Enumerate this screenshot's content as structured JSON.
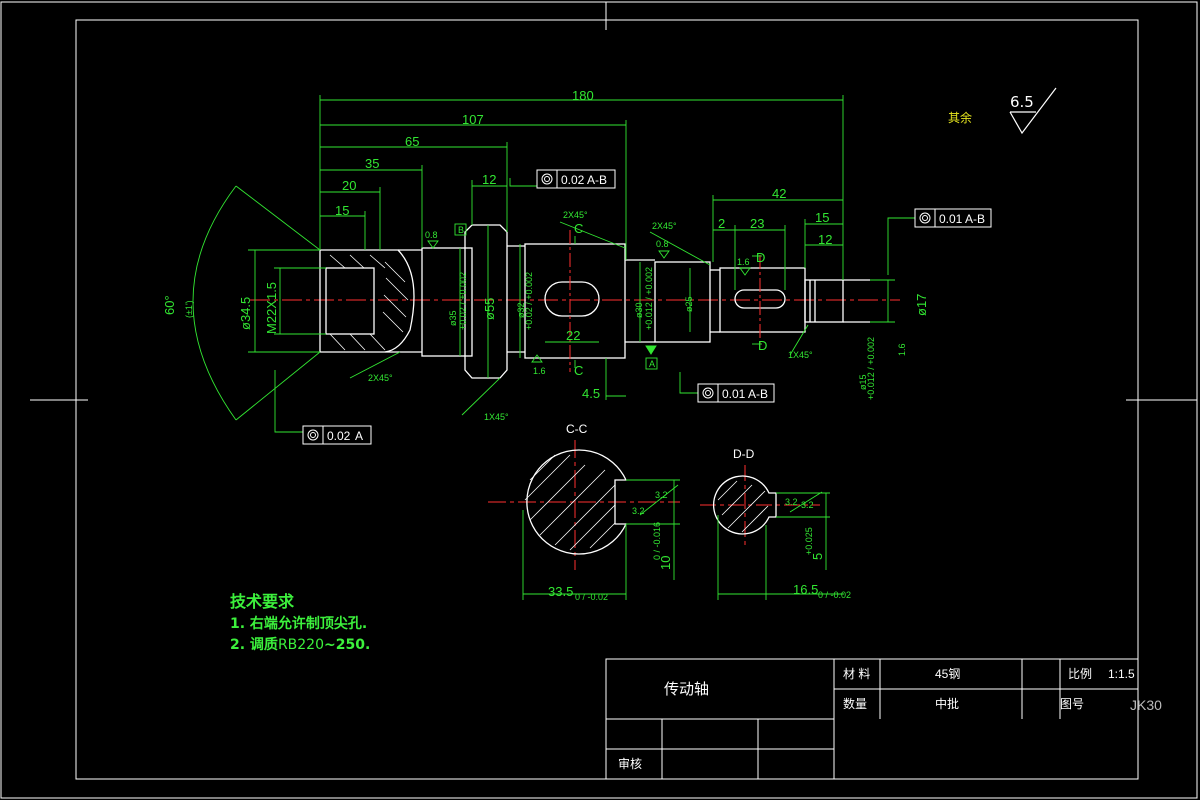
{
  "title_block": {
    "part_name": "传动轴",
    "material_label": "材  料",
    "material_value": "45钢",
    "scale_label": "比例",
    "scale_value": "1:1.5",
    "quantity_label": "数量",
    "quantity_value": "中批",
    "drawing_no_label": "图号",
    "drawing_no_value": "JK30",
    "reviewer_label": "审核"
  },
  "surface_finish": {
    "remaining_label": "其余",
    "value": "6.5"
  },
  "tech_requirements": {
    "heading": "技术要求",
    "line1": "1. 右端允许制顶尖孔.",
    "line2_a": "2. 调质",
    "line2_b": "RB220",
    "line2_c": "~250."
  },
  "dimensions": {
    "d180": "180",
    "d107": "107",
    "d65": "65",
    "d35": "35",
    "d20": "20",
    "d15": "15",
    "d12a": "12",
    "d42": "42",
    "d2": "2",
    "d23": "23",
    "d15b": "15",
    "d12b": "12",
    "d22": "22",
    "d4_5": "4.5",
    "angle60": "60°",
    "angle60_tol": "(±1')",
    "dia34_5": "ø34.5",
    "thread": "M22X1.5",
    "dia55": "ø55",
    "dia17": "ø17",
    "dia35": "ø35",
    "dia35_tol": "+0.02 / +0.002",
    "dia32": "ø32",
    "dia32_tol": "+0.02 / +0.002",
    "dia30": "ø30",
    "dia25": "ø25",
    "dia15": "ø15",
    "dia15_tol": "+0.012 / +0.002",
    "dia30_tol": "+0.012 / +0.002",
    "chamfer1": "2X45°",
    "chamfer2": "2X45°",
    "chamfer3": "2X45°",
    "chamfer4": "1X45°",
    "chamfer5": "1X45°",
    "rough08a": "0.8",
    "rough08b": "0.8",
    "rough16a": "1.6",
    "rough16b": "1.6",
    "rough16c": "1.6",
    "section_c": "C",
    "section_d": "D",
    "datum_b": "B",
    "datum_a": "A"
  },
  "tolerance_frames": {
    "top_mid_val": "0.02",
    "top_mid_ref": "A-B",
    "right_val": "0.01",
    "right_ref": "A-B",
    "bottom_mid_val": "0.01",
    "bottom_mid_ref": "A-B",
    "left_val": "0.02",
    "left_ref": "A"
  },
  "section_cc": {
    "label": "C-C",
    "dim_width": "33.5",
    "dim_width_tol": "0 / -0.02",
    "dim_key": "10",
    "dim_key_tol": "0 / -0.016",
    "rough_a": "3.2",
    "rough_b": "3.2"
  },
  "section_dd": {
    "label": "D-D",
    "dim_width": "16.5",
    "dim_width_tol": "0 / -0.02",
    "dim_key": "5",
    "dim_key_tol": "+0.025",
    "rough_a": "3.2",
    "rough_b": "3.2"
  }
}
